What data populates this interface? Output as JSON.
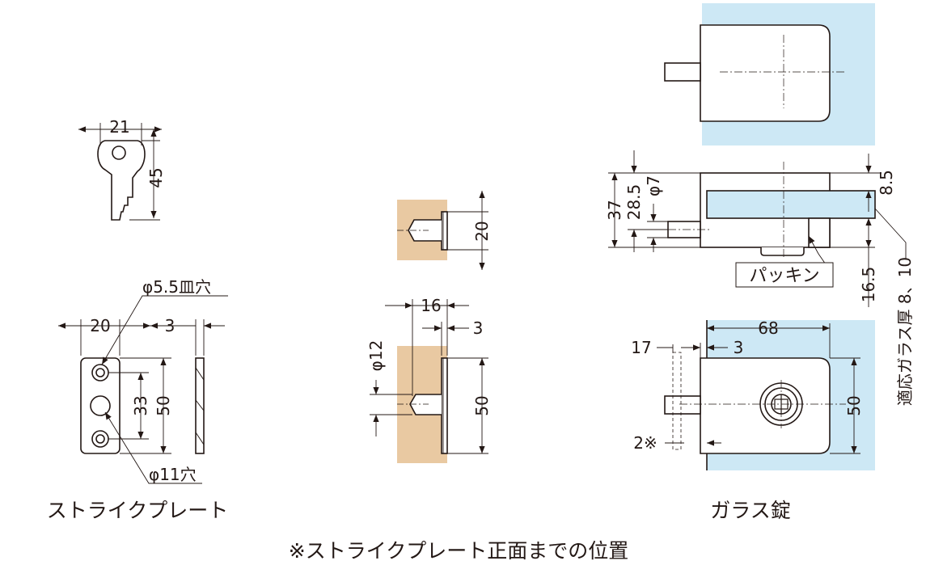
{
  "colors": {
    "glass": "#cde8f5",
    "wood": "#e9c9a2",
    "line": "#231815",
    "white": "#ffffff"
  },
  "labels": {
    "key_width": "21",
    "key_height": "45",
    "plate_hole_top": "φ5.5皿穴",
    "plate_width": "20",
    "plate_thickness": "3",
    "plate_pitch": "33",
    "plate_height": "50",
    "plate_hole_center": "φ11穴",
    "strike_plate_title": "ストライクプレート",
    "mid_top_height": "20",
    "mid_depth": "16",
    "mid_plate_t": "3",
    "mid_diameter": "φ12",
    "mid_height": "50",
    "lock_37": "37",
    "lock_28_5": "28.5",
    "lock_phi7": "φ7",
    "lock_8_5": "8.5",
    "packing": "パッキン",
    "lock_16_5": "16.5",
    "glass_thickness": "適応ガラス厚 8、10",
    "lock_68": "68",
    "lock_17": "17",
    "lock_3": "3",
    "lock_50": "50",
    "lock_2": "2※",
    "glass_lock_title": "ガラス錠",
    "footnote": "※ストライクプレート正面までの位置"
  }
}
